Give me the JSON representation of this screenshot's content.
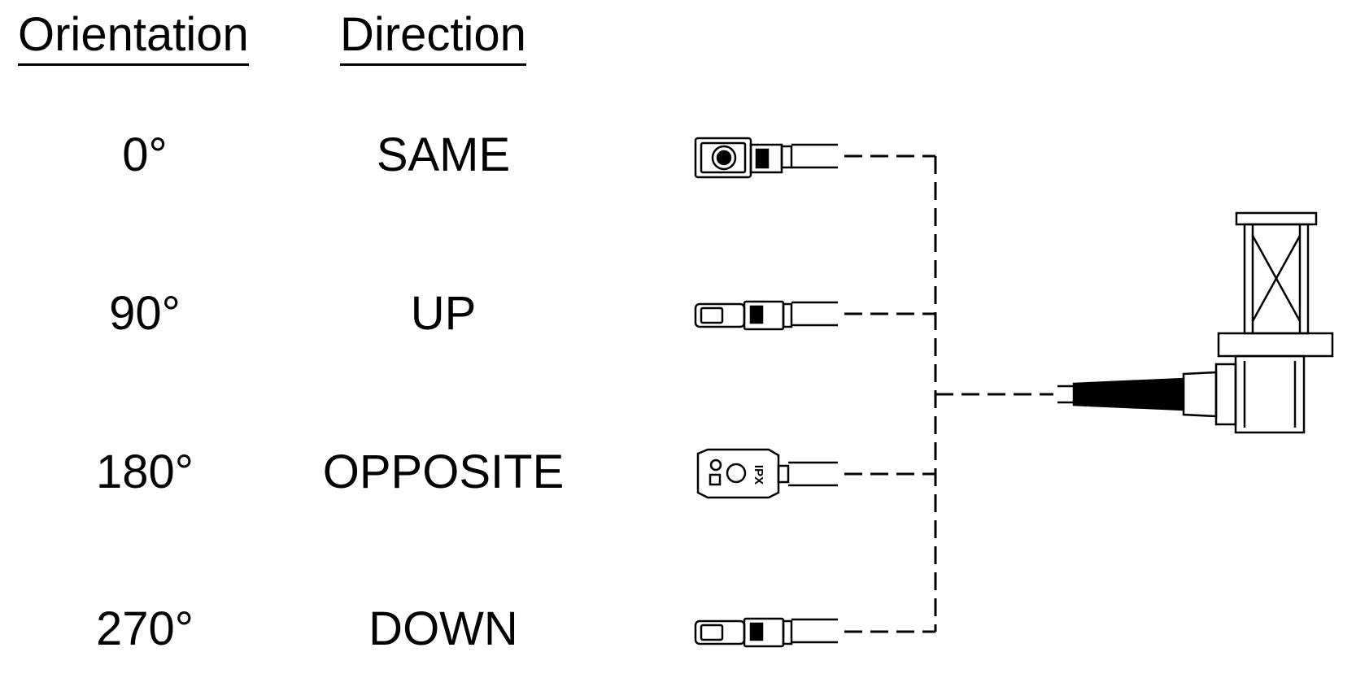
{
  "headers": {
    "orientation": "Orientation",
    "direction": "Direction"
  },
  "rows": [
    {
      "orientation": "0°",
      "direction": "SAME"
    },
    {
      "orientation": "90°",
      "direction": "UP"
    },
    {
      "orientation": "180°",
      "direction": "OPPOSITE"
    },
    {
      "orientation": "270°",
      "direction": "DOWN"
    }
  ],
  "connector_marking": "IPX"
}
